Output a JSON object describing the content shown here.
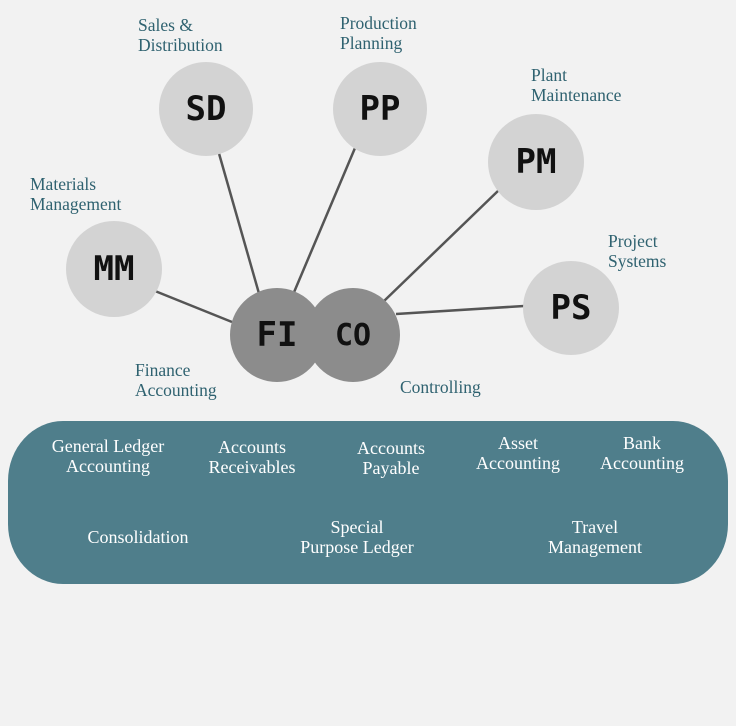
{
  "modules": {
    "sd": {
      "code": "SD",
      "label": "Sales &\nDistribution"
    },
    "pp": {
      "code": "PP",
      "label": "Production\nPlanning"
    },
    "pm": {
      "code": "PM",
      "label": "Plant\nMaintenance"
    },
    "mm": {
      "code": "MM",
      "label": "Materials\nManagement"
    },
    "ps": {
      "code": "PS",
      "label": "Project\nSystems"
    },
    "fi": {
      "code": "FI",
      "label": "Finance\nAccounting"
    },
    "co": {
      "code": "CO",
      "label": "Controlling"
    }
  },
  "fi_components": [
    "General Ledger\nAccounting",
    "Accounts\nReceivables",
    "Accounts\nPayable",
    "Asset\nAccounting",
    "Bank\nAccounting",
    "Consolidation",
    "Special\nPurpose Ledger",
    "Travel\nManagement"
  ],
  "colors": {
    "background": "#f2f2f2",
    "light_node": "#d3d3d3",
    "dark_node": "#8c8c8c",
    "label_text": "#2f6270",
    "panel": "#4f7e8b",
    "connector": "#555555"
  }
}
